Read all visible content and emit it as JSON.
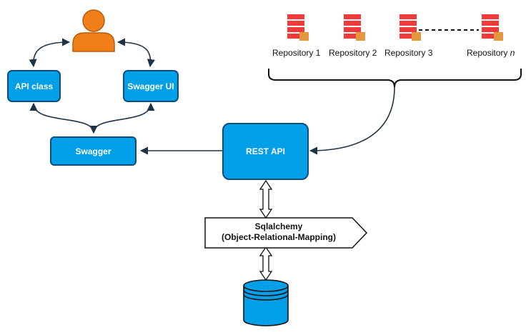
{
  "nodes": {
    "api_class": "API class",
    "swagger_ui": "Swagger UI",
    "swagger": "Swagger",
    "rest_api": "REST API",
    "orm_line1": "Sqlalchemy",
    "orm_line2": "(Object-Relational-Mapping)"
  },
  "repositories": [
    {
      "prefix": "Repository 1",
      "suffix": ""
    },
    {
      "prefix": "Repository 2",
      "suffix": ""
    },
    {
      "prefix": "Repository 3",
      "suffix": ""
    },
    {
      "prefix": "Repository ",
      "suffix": "n"
    }
  ],
  "colors": {
    "box_fill": "#009fe8",
    "box_border": "#0a4d7a",
    "arrow": "#1f3346",
    "user": "#f07f1a",
    "repo_red": "#ef3b3b",
    "repo_orange": "#e8963d"
  },
  "icons": {
    "user": "user-icon",
    "repository": "database-repository-icon",
    "database": "database-cylinder-icon"
  }
}
